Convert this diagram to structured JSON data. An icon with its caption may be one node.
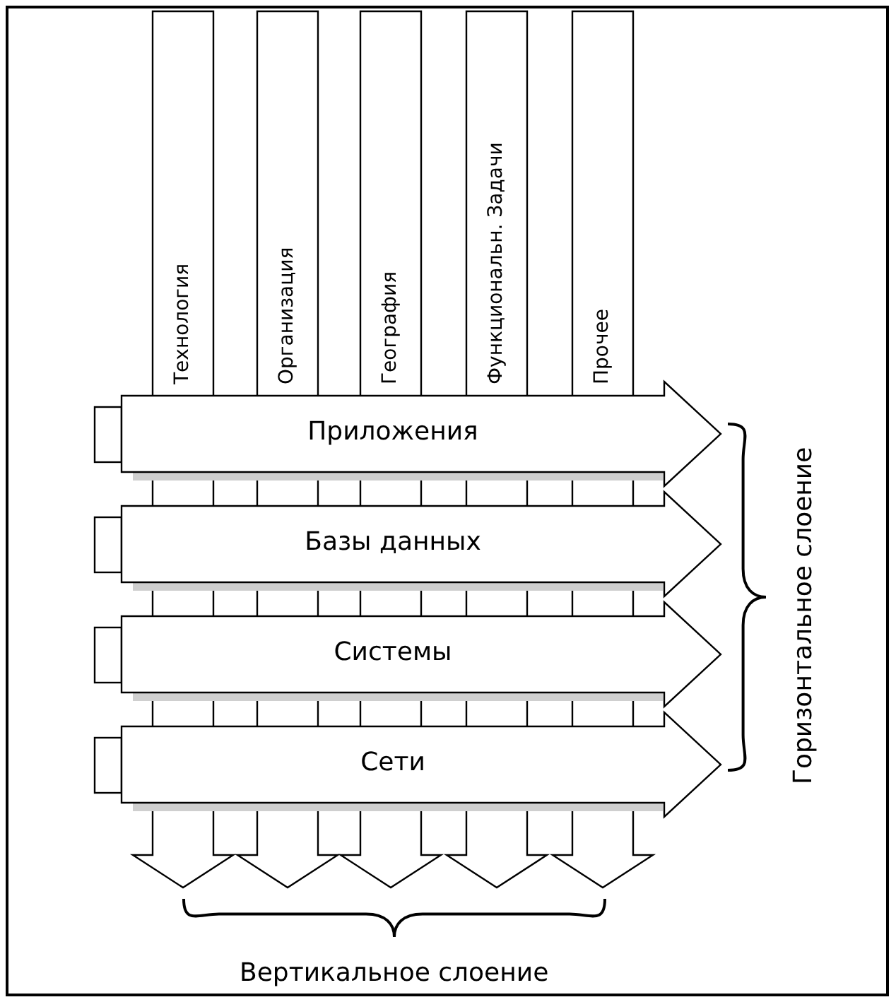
{
  "diagram": {
    "nodes": [
      {
        "text": [
          "Технология"
        ]
      },
      {
        "text": [
          "Организация"
        ]
      },
      {
        "text": [
          "География"
        ]
      },
      {
        "text": [
          "Функциональн. Задачи"
        ]
      },
      {
        "text": [
          "Прочее"
        ]
      },
      {
        "text": [
          "Приложения"
        ]
      },
      {
        "text": [
          "Базы данных"
        ]
      },
      {
        "text": [
          "Системы"
        ]
      },
      {
        "text": [
          "Сети"
        ]
      }
    ],
    "labels": [
      "Горизонтальное слоение",
      "Вертикальное слоение"
    ]
  }
}
